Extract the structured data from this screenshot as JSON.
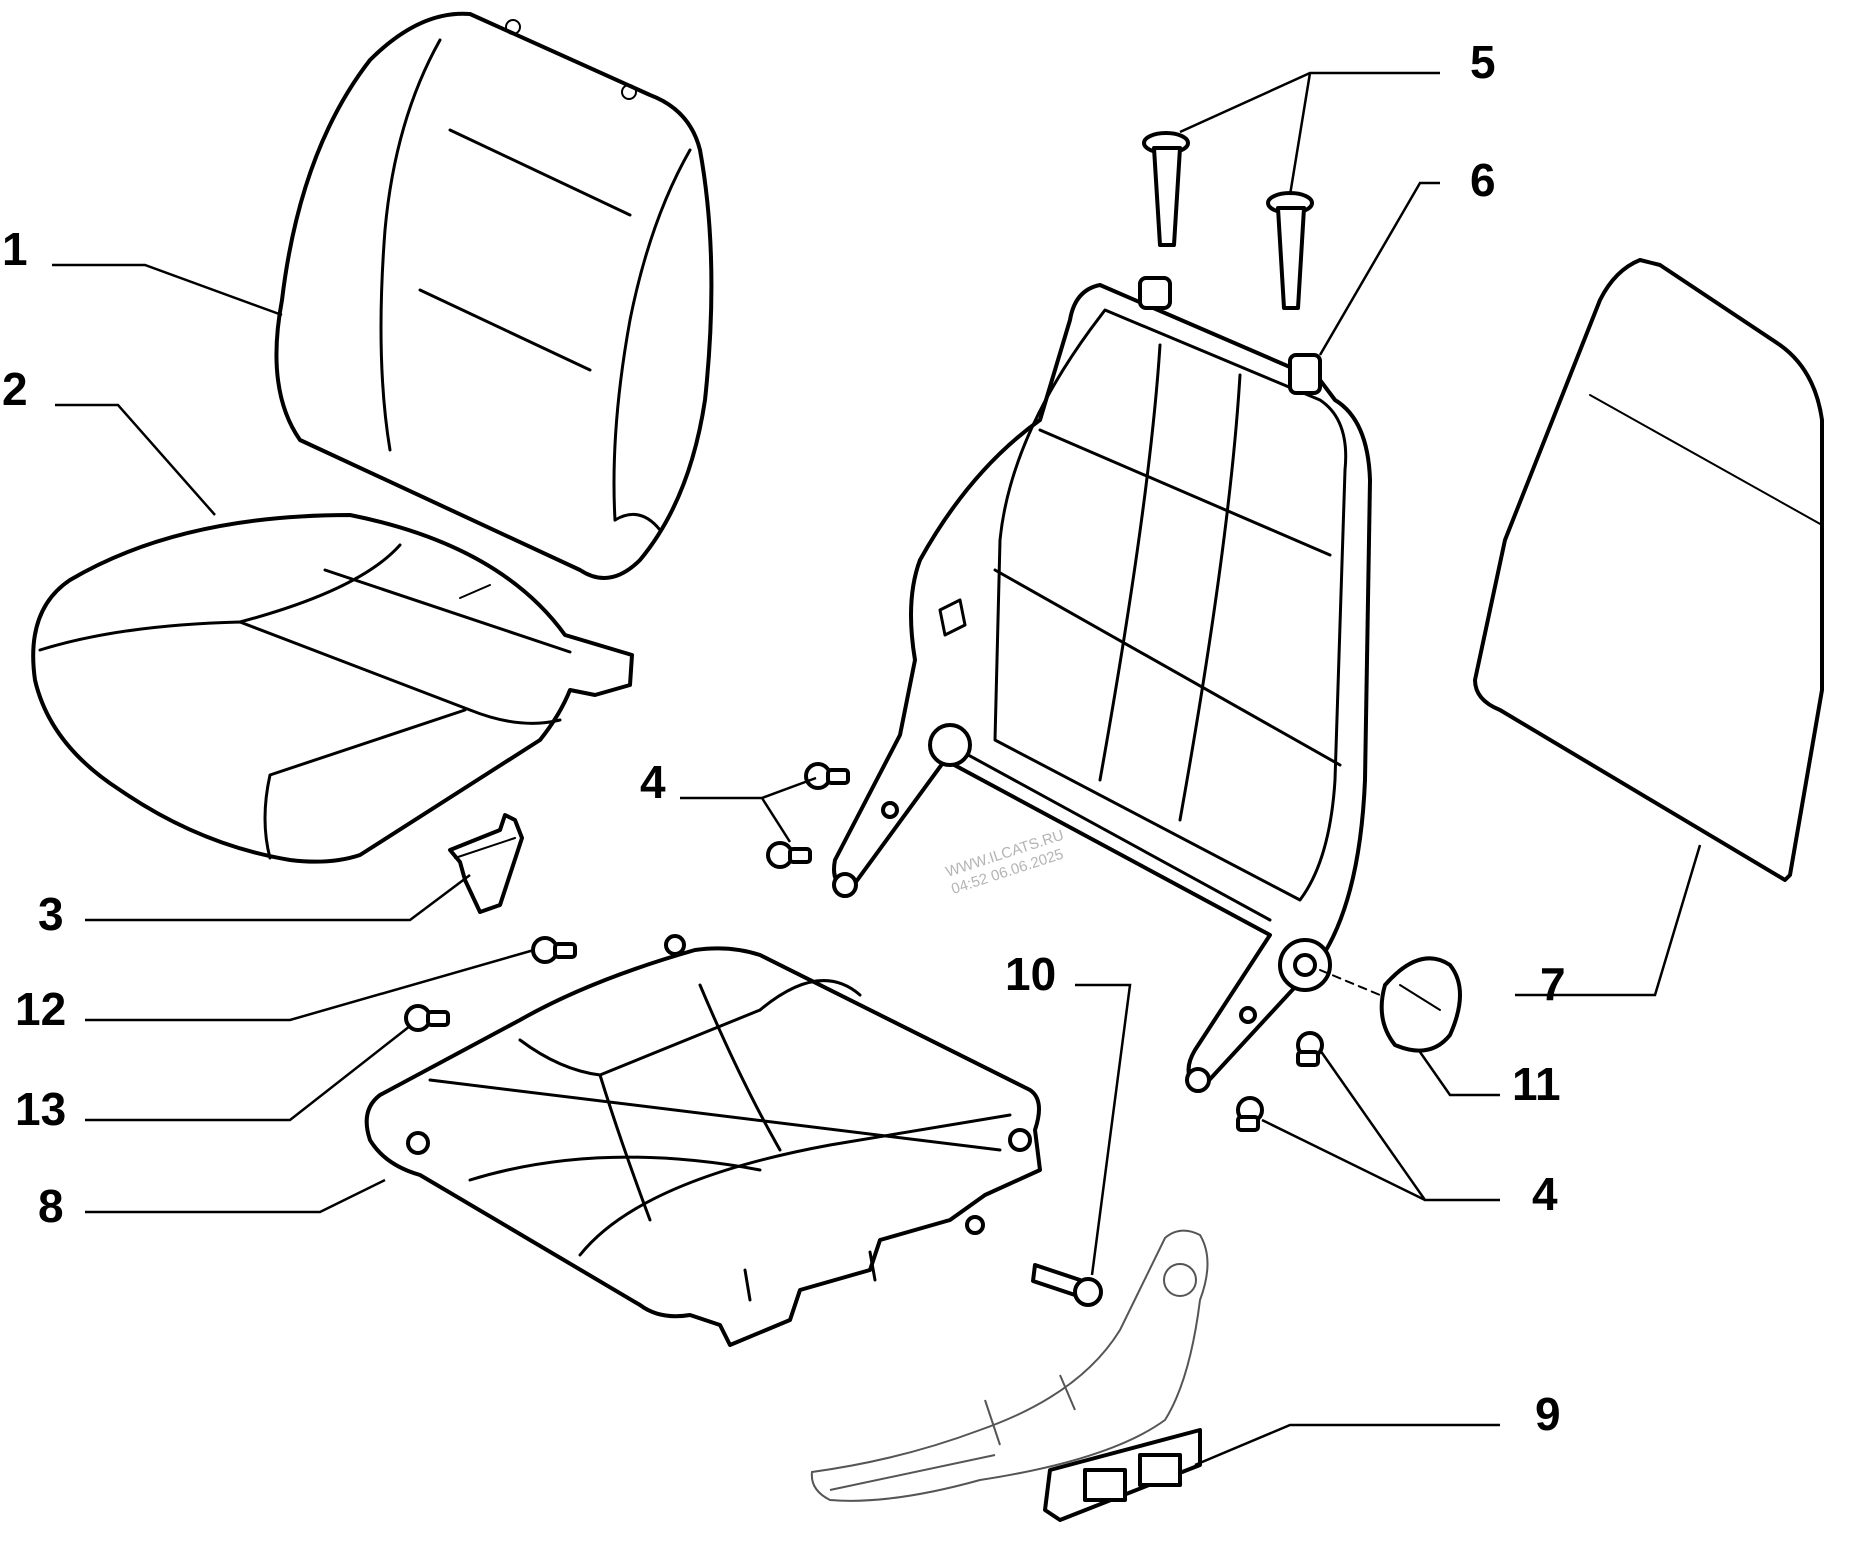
{
  "callouts": [
    "1",
    "2",
    "3",
    "4",
    "5",
    "6",
    "7",
    "8",
    "9",
    "10",
    "11",
    "12",
    "13",
    "4"
  ],
  "watermark": {
    "line1": "WWW.ILCATS.RU",
    "line2": "04:52 06.06.2025"
  },
  "colors": {
    "line": "#000000",
    "background": "#ffffff",
    "watermark": "#b4b4b4"
  }
}
